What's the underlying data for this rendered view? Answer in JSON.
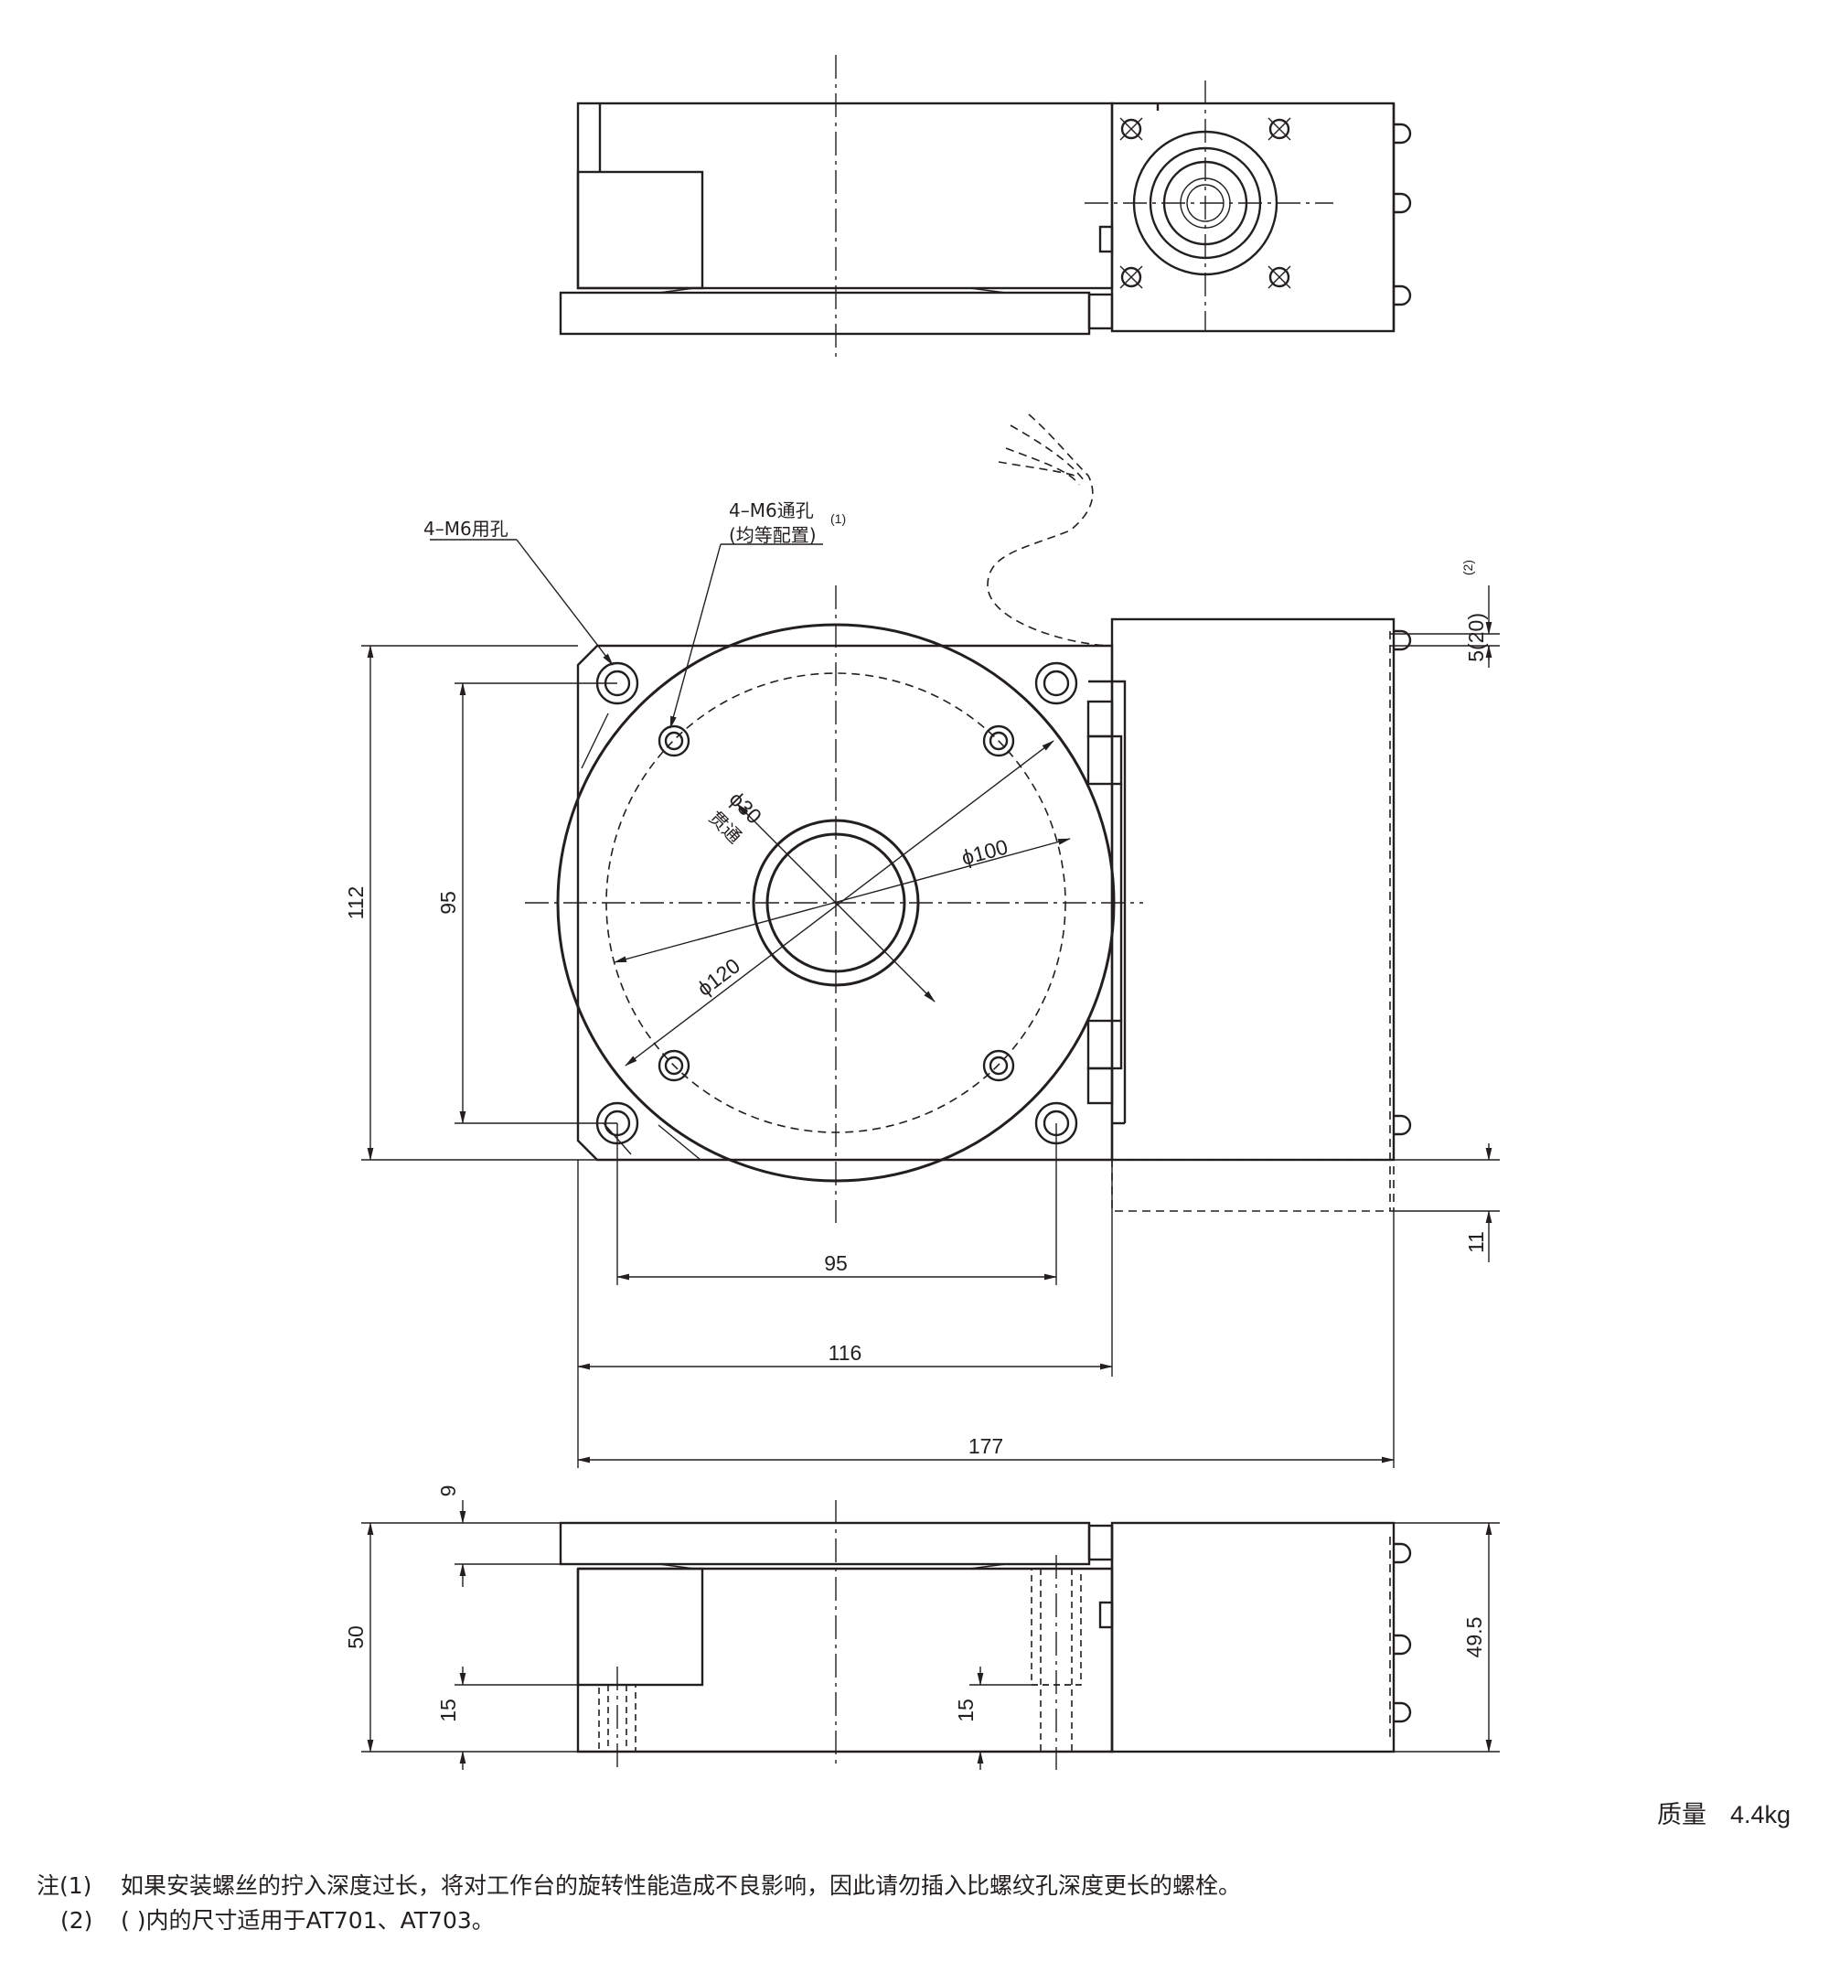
{
  "dimensions": {
    "d_phi30": "ϕ30",
    "d_through": "贯通",
    "d_phi100": "ϕ100",
    "d_phi120": "ϕ120",
    "d_112": "112",
    "d_95_vertical": "95",
    "d_95_horizontal": "95",
    "d_116": "116",
    "d_177": "177",
    "d_5_20": "5(20)",
    "d_5_20_note": "(2)",
    "d_11": "11",
    "d_9": "9",
    "d_50": "50",
    "d_15_left": "15",
    "d_15_right": "15",
    "d_49_5": "49.5"
  },
  "callouts": {
    "tapped_holes": "4–M6用孔",
    "through_holes": "4–M6通孔",
    "through_holes_note": "(1)",
    "through_holes_sub": "(均等配置)"
  },
  "mass": {
    "label": "质量",
    "value": "4.4kg"
  },
  "notes": [
    {
      "mark": "注(1)",
      "text": "如果安装螺丝的拧入深度过长，将对工作台的旋转性能造成不良影响，因此请勿插入比螺纹孔深度更长的螺栓。"
    },
    {
      "mark": "(2)",
      "text": "(   )内的尺寸适用于AT701、AT703。"
    }
  ]
}
